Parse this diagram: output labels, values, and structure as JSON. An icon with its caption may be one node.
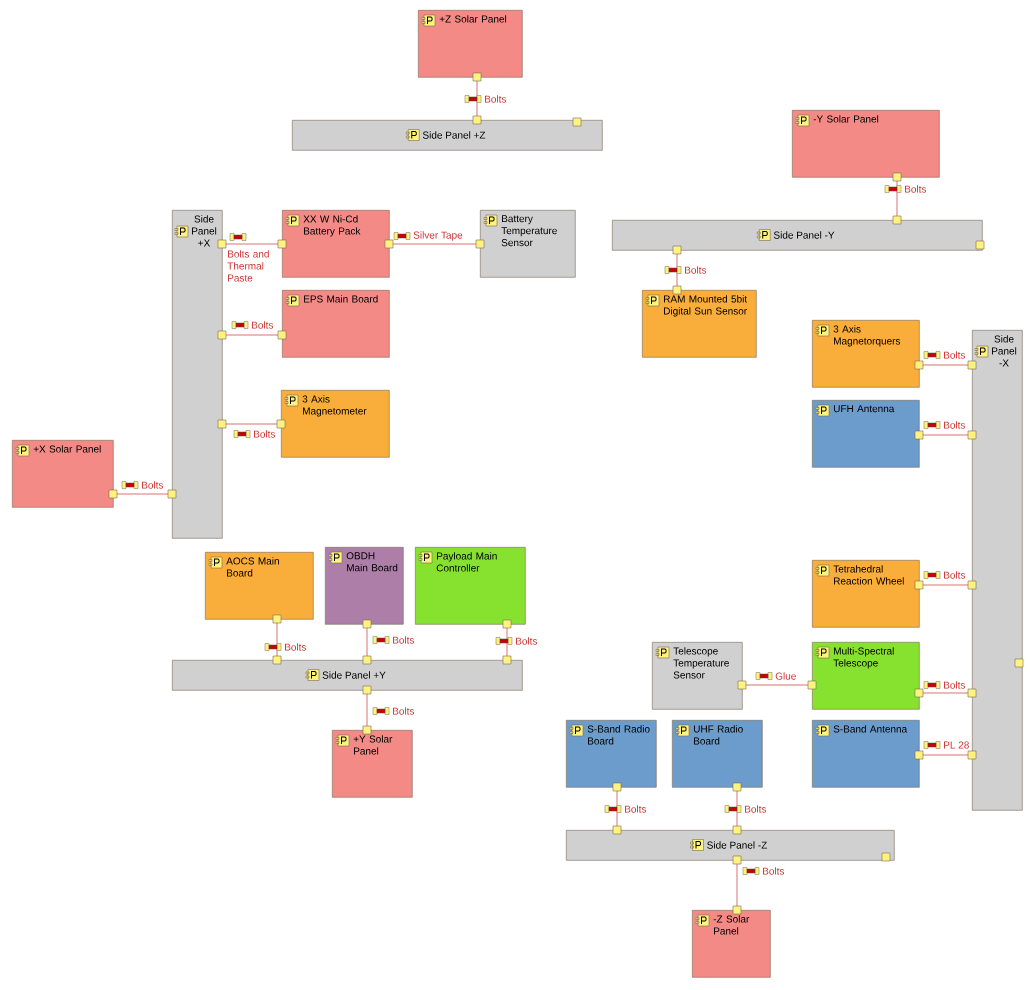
{
  "diagram": {
    "nodes": [
      {
        "text": [
          "+Z Solar Panel"
        ]
      },
      {
        "text": [
          "Side Panel +Z"
        ]
      },
      {
        "text": [
          "-Y Solar Panel"
        ]
      },
      {
        "text": [
          "Side Panel +X"
        ]
      },
      {
        "text": [
          "XX W Ni-Cd Battery Pack"
        ]
      },
      {
        "text": [
          "Battery Temperature Sensor"
        ]
      },
      {
        "text": [
          "Side Panel -Y"
        ]
      },
      {
        "text": [
          "EPS Main Board"
        ]
      },
      {
        "text": [
          "RAM Mounted 5bit Digital Sun Sensor"
        ]
      },
      {
        "text": [
          "3 Axis Magnetorquers"
        ]
      },
      {
        "text": [
          "Side Panel -X"
        ]
      },
      {
        "text": [
          "3 Axis Magnetometer"
        ]
      },
      {
        "text": [
          "UFH Antenna"
        ]
      },
      {
        "text": [
          "+X Solar Panel"
        ]
      },
      {
        "text": [
          "AOCS Main Board"
        ]
      },
      {
        "text": [
          "OBDH Main Board"
        ]
      },
      {
        "text": [
          "Payload Main Controller"
        ]
      },
      {
        "text": [
          "Tetrahedral Reaction Wheel"
        ]
      },
      {
        "text": [
          "Telescope Temperature Sensor"
        ]
      },
      {
        "text": [
          "Multi-Spectral Telescope"
        ]
      },
      {
        "text": [
          "Side Panel +Y"
        ]
      },
      {
        "text": [
          "S-Band Radio Board"
        ]
      },
      {
        "text": [
          "UHF Radio Board"
        ]
      },
      {
        "text": [
          "S-Band Antenna"
        ]
      },
      {
        "text": [
          "+Y Solar Panel"
        ]
      },
      {
        "text": [
          "Side Panel -Z"
        ]
      },
      {
        "text": [
          "-Z Solar Panel"
        ]
      }
    ],
    "edges": [
      {
        "from": 0,
        "to": 1,
        "arrow": "none",
        "label": "Bolts"
      },
      {
        "from": 2,
        "to": 6,
        "arrow": "none",
        "label": "Bolts"
      },
      {
        "from": 3,
        "to": 4,
        "arrow": "none",
        "label": "Bolts and Thermal Paste"
      },
      {
        "from": 4,
        "to": 5,
        "arrow": "none",
        "label": "Silver Tape"
      },
      {
        "from": 3,
        "to": 7,
        "arrow": "none",
        "label": "Bolts"
      },
      {
        "from": 6,
        "to": 8,
        "arrow": "none",
        "label": "Bolts"
      },
      {
        "from": 9,
        "to": 10,
        "arrow": "none",
        "label": "Bolts"
      },
      {
        "from": 3,
        "to": 11,
        "arrow": "none",
        "label": "Bolts"
      },
      {
        "from": 12,
        "to": 10,
        "arrow": "none",
        "label": "Bolts"
      },
      {
        "from": 13,
        "to": 3,
        "arrow": "none",
        "label": "Bolts"
      },
      {
        "from": 14,
        "to": 20,
        "arrow": "none",
        "label": "Bolts"
      },
      {
        "from": 15,
        "to": 20,
        "arrow": "none",
        "label": "Bolts"
      },
      {
        "from": 16,
        "to": 20,
        "arrow": "none",
        "label": "Bolts"
      },
      {
        "from": 17,
        "to": 10,
        "arrow": "none",
        "label": "Bolts"
      },
      {
        "from": 18,
        "to": 19,
        "arrow": "none",
        "label": "Glue"
      },
      {
        "from": 19,
        "to": 10,
        "arrow": "none",
        "label": "Bolts"
      },
      {
        "from": 20,
        "to": 24,
        "arrow": "none",
        "label": "Bolts"
      },
      {
        "from": 21,
        "to": 25,
        "arrow": "none",
        "label": "Bolts"
      },
      {
        "from": 22,
        "to": 25,
        "arrow": "none",
        "label": "Bolts"
      },
      {
        "from": 23,
        "to": 10,
        "arrow": "none",
        "label": "PL 28"
      },
      {
        "from": 25,
        "to": 26,
        "arrow": "none",
        "label": "Bolts"
      }
    ]
  }
}
